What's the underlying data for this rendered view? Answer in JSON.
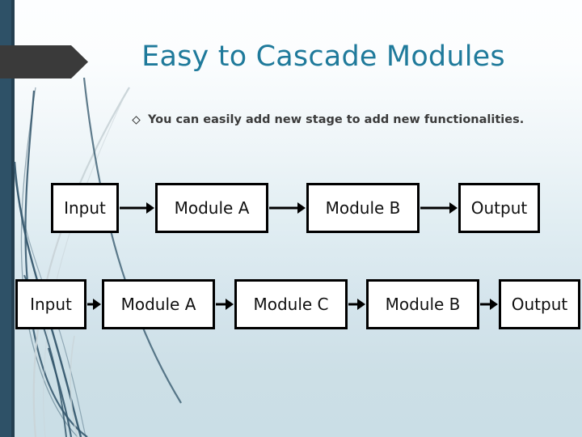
{
  "slide": {
    "title": "Easy to Cascade Modules",
    "bullet": {
      "icon": "diamond-bullet-icon",
      "text": "You can easily add new stage to add new functionalities."
    },
    "colors": {
      "title": "#1f7a9b",
      "left_bar": "#2e5167",
      "left_bar_edge": "#243f50",
      "arrow_banner": "#3a3a3a",
      "background_top": "#fdfeff",
      "background_bottom": "#cadee6",
      "node_border": "#000000",
      "node_fill": "#ffffff",
      "node_text": "#101010",
      "bullet_text": "#3b3b3b",
      "swoosh_dark": "#2e5167",
      "swoosh_light": "#c9d4d8"
    },
    "decorations": {
      "left_bar": "vertical-accent-bar",
      "arrow_banner": "dark-arrow-banner",
      "swooshes": "curved-swoosh-lines"
    }
  },
  "diagram": {
    "type": "flowchart",
    "rows": [
      {
        "id": "row-1",
        "name": "cascade-row-original",
        "nodes": [
          {
            "label": "Input",
            "width": 84
          },
          {
            "label": "Module A",
            "width": 140
          },
          {
            "label": "Module B",
            "width": 140
          },
          {
            "label": "Output",
            "width": 101
          }
        ],
        "connector_widths": [
          45,
          47,
          48
        ],
        "connector": "arrow-right"
      },
      {
        "id": "row-2",
        "name": "cascade-row-extended",
        "nodes": [
          {
            "label": "Input",
            "width": 88
          },
          {
            "label": "Module A",
            "width": 140
          },
          {
            "label": "Module C",
            "width": 140
          },
          {
            "label": "Module B",
            "width": 140
          },
          {
            "label": "Output",
            "width": 101
          }
        ],
        "connector_widths": [
          19,
          24,
          23,
          24
        ],
        "connector": "arrow-right"
      }
    ]
  }
}
